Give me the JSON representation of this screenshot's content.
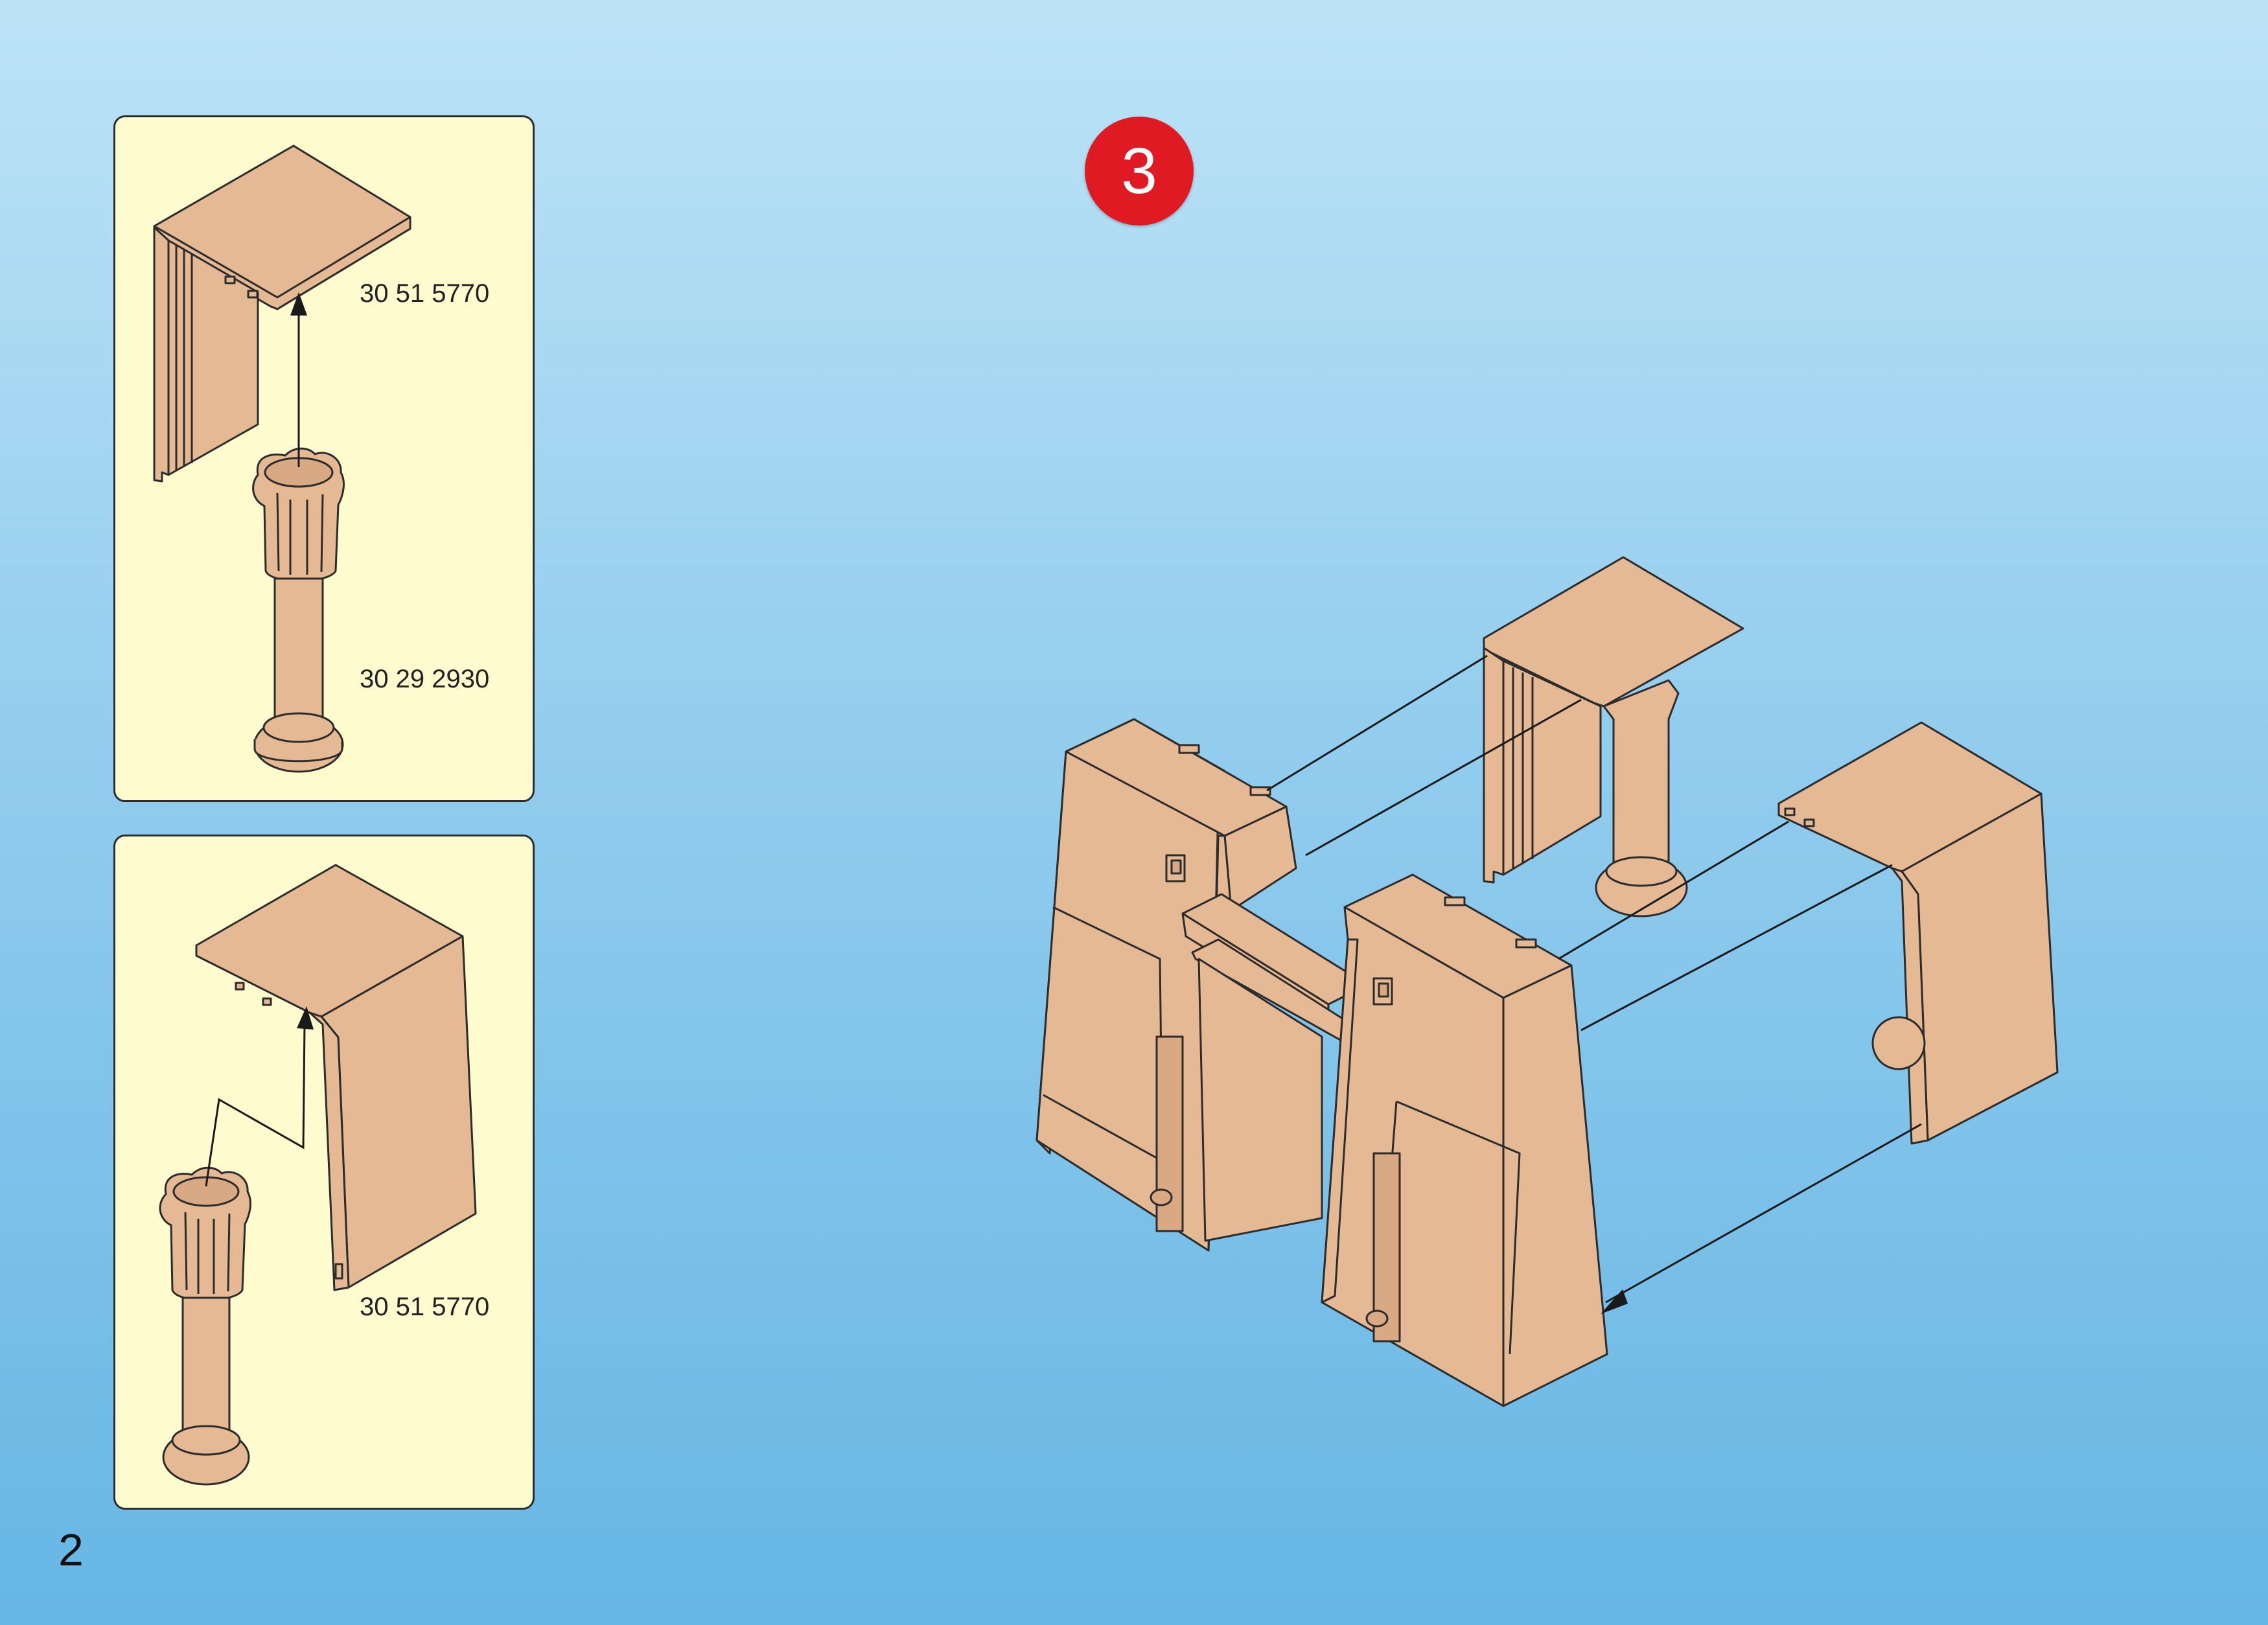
{
  "page": {
    "number": "2"
  },
  "step": {
    "number": "3"
  },
  "colors": {
    "part_fill": "#e4b994",
    "panel_bg": "#fefbcf",
    "badge_red": "#e01a22",
    "outline": "#2c2c2c"
  },
  "detail_panels": [
    {
      "part_number_roof": "30 51 5770",
      "part_number_column": "30 29 2930"
    },
    {
      "part_number_roof": "30 51 5770"
    }
  ]
}
